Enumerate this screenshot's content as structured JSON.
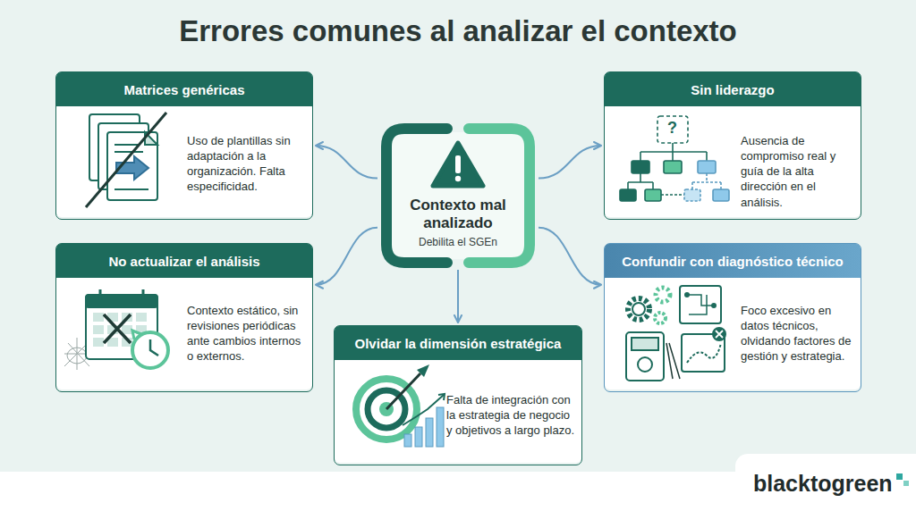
{
  "diagram": {
    "title": "Errores comunes al analizar el contexto",
    "nodes": [
      {
        "text": [
          "Matrices genéricas",
          "Uso de plantillas sin adaptación a la organización. Falta especificidad."
        ]
      },
      {
        "text": [
          "Sin liderazgo",
          "Ausencia de compromiso real y guía de la alta dirección en el análisis."
        ]
      },
      {
        "text": [
          "Contexto mal analizado",
          "Debilita el SGEn"
        ]
      },
      {
        "text": [
          "No actualizar el análisis",
          "Contexto estático, sin revisiones periódicas ante cambios internos o externos."
        ]
      },
      {
        "text": [
          "Confundir con diagnóstico técnico",
          "Foco excesivo en datos técnicos, olvidando factores de gestión y estrategia."
        ]
      },
      {
        "text": [
          "Olvidar la dimensión estratégica",
          "Falta de integración con la estrategia de negocio y objetivos a largo plazo."
        ]
      }
    ],
    "edges": [
      {
        "from": 2,
        "to": 0,
        "arrow": "to"
      },
      {
        "from": 2,
        "to": 1,
        "arrow": "to"
      },
      {
        "from": 2,
        "to": 3,
        "arrow": "to"
      },
      {
        "from": 2,
        "to": 4,
        "arrow": "to"
      },
      {
        "from": 2,
        "to": 5,
        "arrow": "to"
      }
    ],
    "labels": [
      "?",
      "blacktogreen"
    ]
  }
}
